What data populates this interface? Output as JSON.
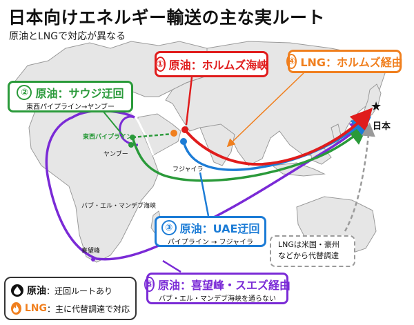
{
  "title": "日本向けエネルギー輸送の主な実ルート",
  "subtitle": "原油とLNGで対応が異なる",
  "colors": {
    "route1": "#e01c1c",
    "route2": "#2a9a3a",
    "route3": "#1c7cd6",
    "route4": "#f07f1e",
    "route5": "#7a2ad6",
    "sea": "#ffffff",
    "land": "#e4e4e4"
  },
  "routes": [
    {
      "id": "route1",
      "number": "①",
      "label": "原油：ホルムズ海峡"
    },
    {
      "id": "route2",
      "number": "②",
      "label": "原油：サウジ迂回",
      "sub": "東西パイプライン→ヤンブー"
    },
    {
      "id": "route3",
      "number": "③",
      "label": "原油：UAE迂回",
      "sub": "パイプライン → フジャイラ"
    },
    {
      "id": "route4",
      "number": "④",
      "label": "LNG：ホルムズ経由"
    },
    {
      "id": "route5",
      "number": "⑤",
      "label": "原油：喜望峰・スエズ経由",
      "sub": "バブ・エル・マンデブ海峡を通らない"
    }
  ],
  "map_labels": {
    "pipeline": "東西パイプライン",
    "yanbu": "ヤンブー",
    "fujairah": "フジャイラ",
    "bab": "バブ・エル・マンデブ海峡",
    "cape": "喜望峰",
    "japan": "日本"
  },
  "note": {
    "line1": "LNGは米国・豪州",
    "line2": "などから代替調達"
  },
  "legend": {
    "crude_key": "原油",
    "crude_val": "：迂回ルートあり",
    "lng_key": "LNG",
    "lng_val": "：主に代替調達で対応",
    "crude_icon": "oil-drop-icon",
    "lng_icon": "flame-icon"
  }
}
